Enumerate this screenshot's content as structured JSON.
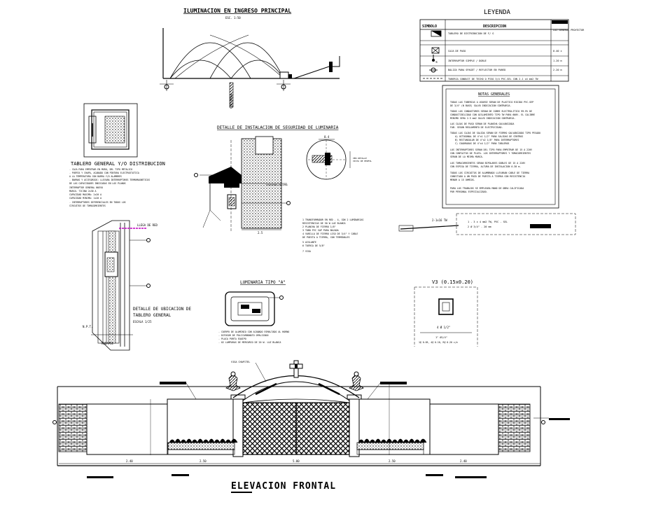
{
  "illumination": {
    "title": "ILUMINACION EN INGRESO PRINCIPAL",
    "scale": "ESC. 1:50",
    "column_label": "COLUMNA"
  },
  "legend": {
    "title": "LEYENDA",
    "headers": [
      "SIMBOLO",
      "DESCRIPCION",
      ""
    ],
    "rows": [
      {
        "desc": "TABLERO DE DISTRIBUCION DE F/ G",
        "value": "LUZ GENERAL PROYECTOR"
      },
      {
        "desc": "CAJA DE PASO",
        "value": "0.40 x"
      },
      {
        "desc": "INTERRUPTOR SIMPLE / DOBLE",
        "value": "1.20 m"
      },
      {
        "desc": "BALIZA PARA SPAGET / REFLECTOR EN PARED",
        "value": "2.20 m"
      },
      {
        "desc": "TUBERIA CONDUIT DE TECHO O PISO 3/4 PVC-SEL CON 2-1 x4 mm2 TW",
        "value": ""
      }
    ]
  },
  "notes": {
    "title": "NOTAS GENERALES",
    "lines": [
      "TODAS LAS TUBERIAS A USARSE SERAN DE PLASTICO RIGIDO PVC-SEP",
      "DE 3/4\" (N BASE) SALVO INDICACION CONTRARIA.",
      "TODOS LOS CONDUCTORES SERAN DE COBRE ELECTROLITICO 99.9% DE",
      "CONDUCTIBILIDAD CON AISLAMIENTO TIPO TW PARA 600V. EL CALIBRE",
      "MINIMO SERA 2.5 mm2 SALVO INDICACION CONTRARIA.",
      "LAS CAJAS DE PASO SERAN DE PLANCHA GALVANIZADA",
      "FAB. SEGUN REGLAMENTO DE ELECTRICIDAD.",
      "TODAS LAS CAJAS DE SALIDA SERAN DE FIERRO GALVANIZADO TIPO PESADO",
      "A) OCTOGONAL DE 4\"x1 1/2\" PARA SALIDAS DE CENTROS",
      "B) RECTANGULAR DE 4\"x2 1/8\" PARA INTERRUPTORES",
      "C) CUADRADAS DE 4\"x4 1/2\" PARA TABLEROS",
      "LOS INTERRUPTORES SERAN DEL TIPO PARA EMPOTRAR DE 15 A 220V",
      "CON CONTACTOS DE PLATA. LOS INTERRUPTORES Y TOMACORRIENTES",
      "SERAN DE LA MISMA MARCA.",
      "LOS TOMACORRIENTES SERAN BIPOLARES DOBLES DE 15 A 220V",
      "CON ESPIGA DE TIERRA, ALTURA DE INSTALACION 0.30 m.",
      "TODOS LOS CIRCUITOS DE ALUMBRADO LLEVARAN CABLE DE TIERRA",
      "CONECTADO A UN POZO DE PUESTA A TIERRA CON RESISTENCIA",
      "MENOR A 15 OHMIOS.",
      "PARA LOS TRABAJOS SE EMPLEARA MANO DE OBRA CALIFICADA",
      "POR PERSONAL ESPECIALIZADO."
    ]
  },
  "tablero": {
    "title": "TABLERO GENERAL Y/O DISTRIBUCION",
    "lines": [
      "- CAJA PARA EMPOTRAR EN MURO, DEL TIPO METALICO",
      "- PUERTA Y CHAPA, ACABADO CON PINTURA ELECTROSTATICA",
      "  A LA TEMPERATURA CON BARRA Y/O ALAMBRES",
      "- BARRAS Y ACCESORIOS: LLEVARA INTERRUPTORES TERMOMAGNETICOS",
      "  DE LAS CAPACIDADES INDICADAS EN LOS PLANOS",
      "  INTERRUPTOR GENERAL     NUEVO",
      "  MARCA: TICINO               2x30 A",
      "  CAPACIDAD MAXIMA:          2x20 A",
      "  CAPACIDAD MINIMA:          1x20 A",
      "- INTERRUPTORES DIFERENCIALES EN TODOS LOS",
      "  CIRCUITOS DE TOMACORRIENTES"
    ]
  },
  "detalle_seguridad": {
    "title": "DETALLE DE INSTALACION DE SEGURIDAD DE LUMINARIA",
    "dim_04": "0.4",
    "dim_25": "2.5",
    "notes": [
      "1  TRANSFORMADOR EN RED - 4, CON 2 LUMINARIAS",
      "   RESISTENCIAS DE 50 W LUZ BLANCA",
      "2  PLANCHA DE FIERRO 1/8\"",
      "3  TUBO PVC SAP PARA BAJADA",
      "4  VARILLA DE FIERRO LISO DE 3/4\" Y CABLE",
      "   DE PUESTA A TIERRA, CON TERMINALES",
      "5  AISLANTE",
      "6  TUERCA DE 5/8\"",
      "7  VIGA"
    ]
  },
  "ubicacion": {
    "title1": "DETALLE DE UBICACION DE",
    "title2": "TABLERO GENERAL",
    "scale": "ESCALA 1/25",
    "leader": "LLEGA DE RED"
  },
  "luminaria": {
    "title": "LUMINARIA TIPO \"A\"",
    "lines": [
      "- CUERPO DE ALUMINIO CON ACABADO ESMALTADO AL HORNO",
      "- DIFUSOR DE POLICARBONATO OPALIZADO",
      "- PLACA PORTA EQUIPO",
      "- 02 LAMPARAS DE MERCURIO DE 20 W. LUZ BLANCA"
    ]
  },
  "v3": {
    "title": "V3 (0.15x0.20)",
    "line1": "4 Ø 1/2\"",
    "line2": "1\" Ø1/4\"",
    "line3": "1@ 0.05, 4@ 0.10, R@ 0.20 c/e"
  },
  "feeder": {
    "label": "2-1x16 TW",
    "rows": [
      "1 - 3 x 4 mm2 TW, PVC - SEL",
      "2 Ø 3/4\" - 20 mm"
    ]
  },
  "elevation": {
    "title": "ELEVACION FRONTAL",
    "dims": [
      "2.40",
      "2.50",
      "5.00",
      "2.50",
      "2.40"
    ]
  }
}
